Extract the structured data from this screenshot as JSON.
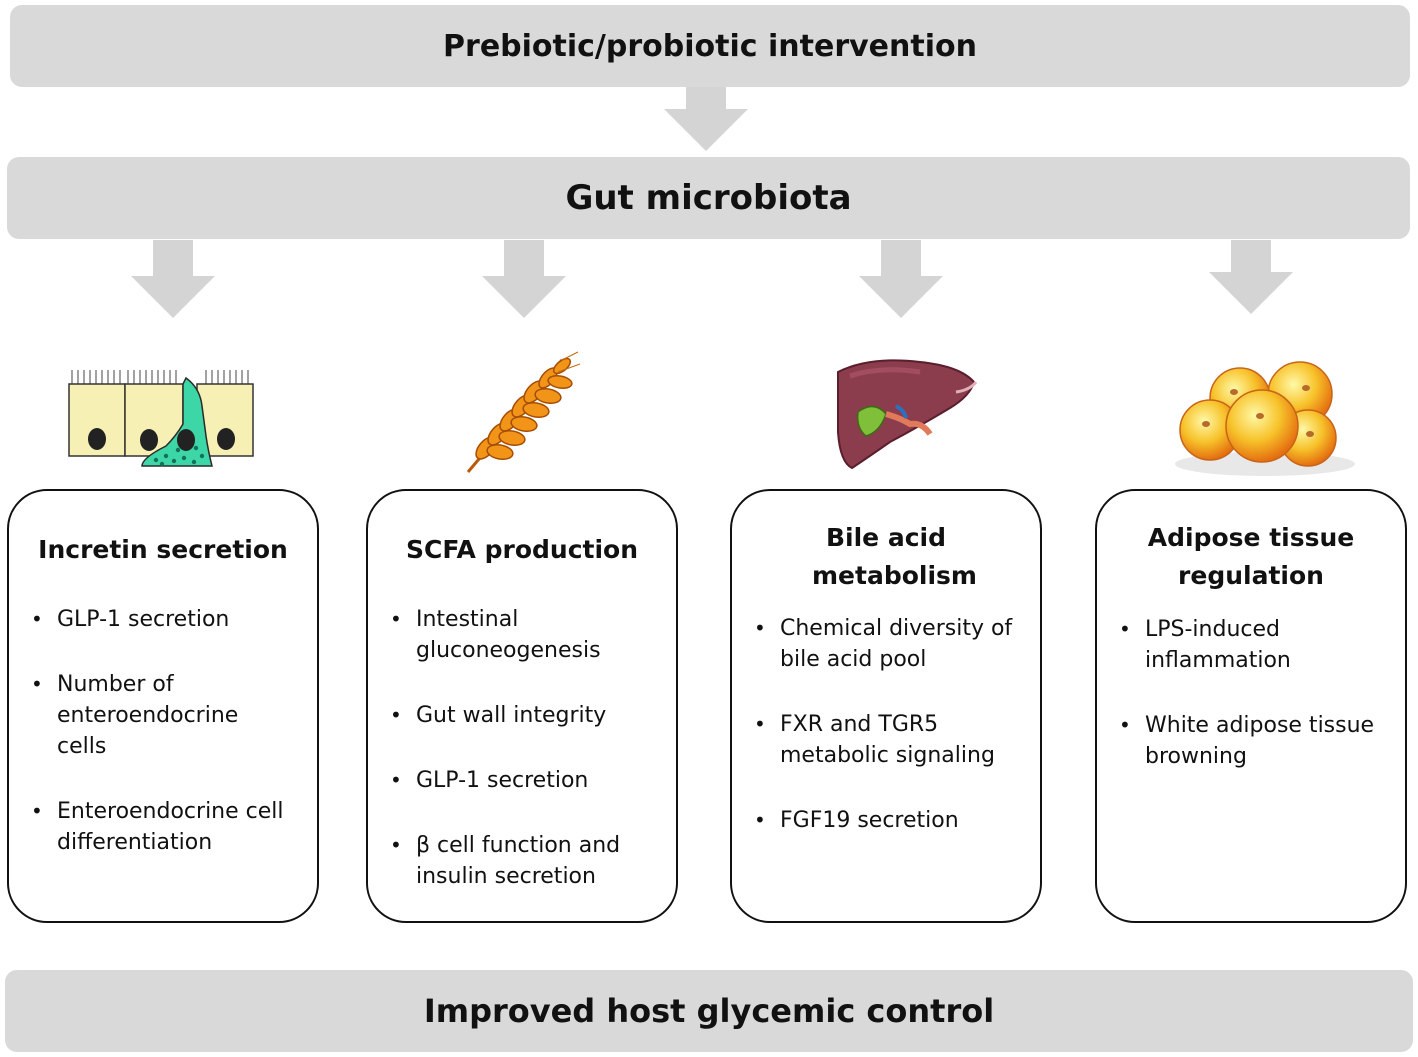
{
  "top_bar": {
    "label": "Prebiotic/probiotic intervention"
  },
  "middle_bar": {
    "label": "Gut microbiota"
  },
  "bottom_bar": {
    "label": "Improved host glycemic control"
  },
  "panels": [
    {
      "icon": "enteroendocrine-cells-icon",
      "title": "Incretin secretion",
      "items": [
        "GLP-1 secretion",
        "Number of enteroendocrine cells",
        "Enteroendocrine cell differentiation"
      ]
    },
    {
      "icon": "wheat-icon",
      "title": "SCFA production",
      "items": [
        "Intestinal gluconeogenesis",
        "Gut wall integrity",
        "GLP-1 secretion",
        "β cell function and insulin secretion"
      ]
    },
    {
      "icon": "liver-icon",
      "title": "Bile acid metabolism",
      "items": [
        "Chemical diversity of bile acid pool",
        "FXR and TGR5 metabolic signaling",
        "FGF19 secretion"
      ]
    },
    {
      "icon": "adipocytes-icon",
      "title": "Adipose tissue regulation",
      "items": [
        "LPS-induced inflammation",
        "White adipose tissue browning"
      ]
    }
  ],
  "colors": {
    "bar_fill": "#d9d9d9",
    "arrow_fill": "#d4d4d4",
    "panel_border": "#111111"
  }
}
